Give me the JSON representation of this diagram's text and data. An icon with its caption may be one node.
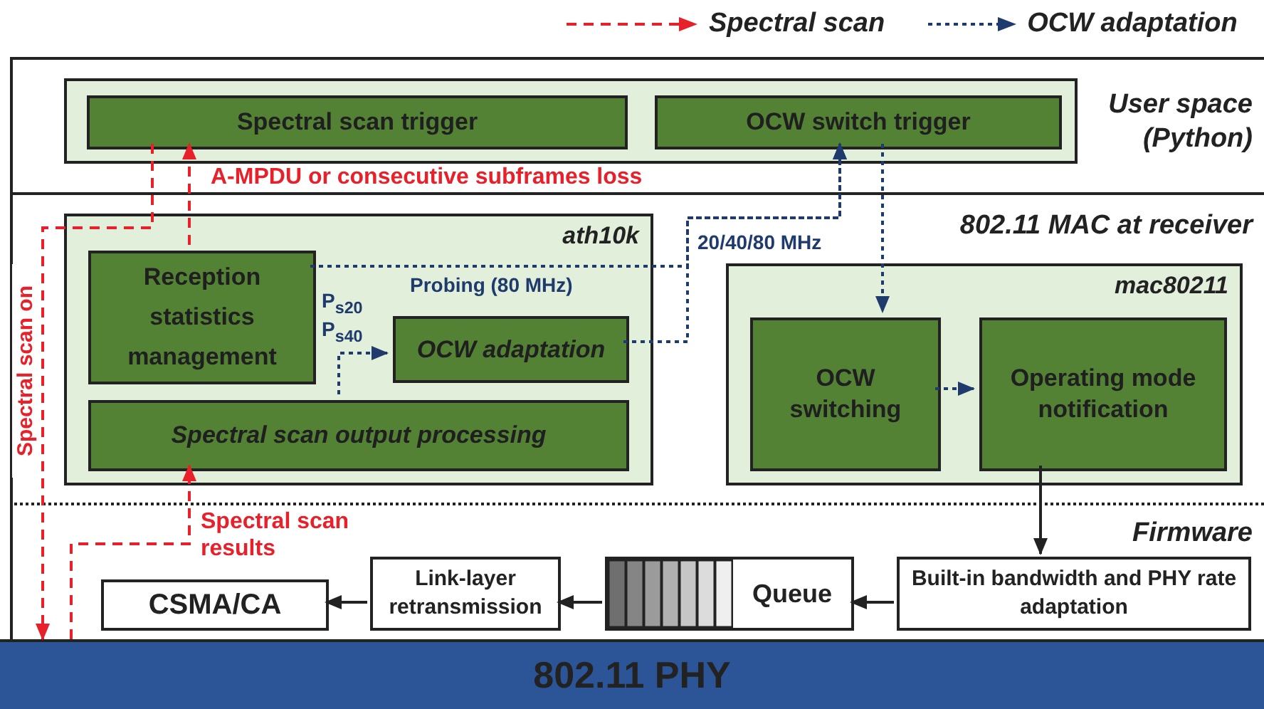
{
  "diagram": {
    "nodes": [
      {
        "text": [
          "User space (Python)"
        ]
      },
      {
        "text": [],
        "shape": "box",
        "in": 0
      },
      {
        "text": [
          "Spectral scan trigger"
        ],
        "in": 1
      },
      {
        "text": [
          "OCW switch trigger"
        ],
        "in": 1
      },
      {
        "text": [
          "802.11 MAC at receiver"
        ]
      },
      {
        "text": [
          "ath10k"
        ],
        "in": 4
      },
      {
        "text": [
          "Reception statistics management"
        ],
        "in": 5
      },
      {
        "text": [
          "OCW adaptation"
        ],
        "in": 5
      },
      {
        "text": [
          "Spectral scan output processing"
        ],
        "in": 5
      },
      {
        "text": [
          "mac80211"
        ],
        "in": 4
      },
      {
        "text": [
          "OCW switching"
        ],
        "in": 9
      },
      {
        "text": [
          "Operating mode notification"
        ],
        "in": 9
      },
      {
        "text": [
          "Firmware"
        ]
      },
      {
        "text": [
          "CSMA/CA"
        ],
        "in": 12
      },
      {
        "text": [
          "Link-layer retransmission"
        ],
        "in": 12
      },
      {
        "text": [
          "Queue"
        ],
        "in": 12
      },
      {
        "text": [
          "Built-in bandwidth and PHY rate adaptation"
        ],
        "in": 12
      },
      {
        "text": [
          "802.11 PHY"
        ]
      }
    ],
    "edges": [
      {
        "from": 6,
        "to": 2,
        "arrow": "to",
        "label": "A-MPDU or consecutive subframes loss",
        "style": "dashed",
        "color": "#e8202a"
      },
      {
        "from": 2,
        "to": 17,
        "arrow": "to",
        "label": "Spectral scan on",
        "style": "dashed",
        "color": "#e8202a"
      },
      {
        "from": 17,
        "to": 8,
        "arrow": "to",
        "label": "Spectral scan results",
        "style": "dashed",
        "color": "#e8202a"
      },
      {
        "from": 6,
        "to": 3,
        "arrow": "to",
        "label": "Probing (80 MHz)",
        "style": "dashed",
        "color": "#1f3b6e"
      },
      {
        "from": 7,
        "to": 3,
        "arrow": "to",
        "label": "20/40/80 MHz",
        "style": "dashed",
        "color": "#1f3b6e"
      },
      {
        "from": 8,
        "to": 7,
        "arrow": "to",
        "style": "dashed",
        "color": "#1f3b6e"
      },
      {
        "from": 3,
        "to": 10,
        "arrow": "to",
        "style": "dashed",
        "color": "#1f3b6e"
      },
      {
        "from": 10,
        "to": 11,
        "arrow": "to",
        "style": "dashed",
        "color": "#1f3b6e"
      },
      {
        "from": 11,
        "to": 16,
        "arrow": "to",
        "color": "#222222"
      },
      {
        "from": 16,
        "to": 15,
        "arrow": "to",
        "color": "#222222"
      },
      {
        "from": 15,
        "to": 14,
        "arrow": "to",
        "color": "#222222"
      },
      {
        "from": 14,
        "to": 13,
        "arrow": "to",
        "color": "#222222"
      }
    ],
    "labels": [
      "P$_{s20}$",
      "P$_{s40}$"
    ],
    "legend": [
      {
        "text": "Spectral scan"
      },
      {
        "text": "OCW adaptation"
      }
    ]
  }
}
